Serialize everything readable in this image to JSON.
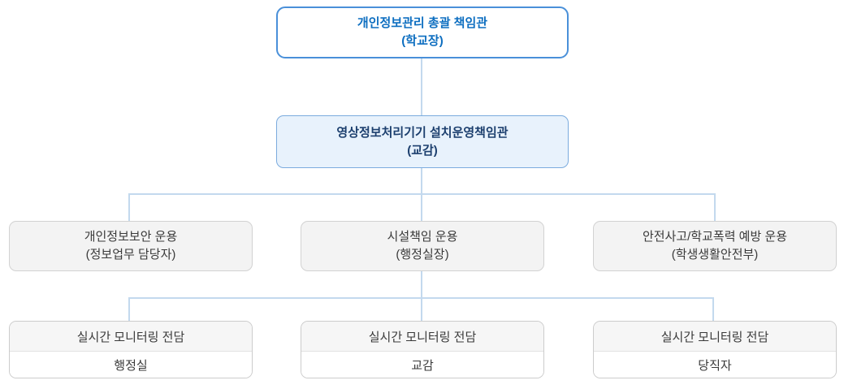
{
  "org_chart": {
    "title": "CCTV / personal information management organization chart",
    "root": {
      "title": "개인정보관리 총괄 책임관",
      "subtitle": "(학교장)"
    },
    "level2": {
      "title": "영상정보처리기기 설치운영책임관",
      "subtitle": "(교감)"
    },
    "level3": [
      {
        "title": "개인정보보안 운용",
        "subtitle": "(정보업무 담당자)"
      },
      {
        "title": "시설책임 운용",
        "subtitle": "(행정실장)"
      },
      {
        "title": "안전사고/학교폭력 예방 운용",
        "subtitle": "(학생생활안전부)"
      }
    ],
    "level4": [
      {
        "title": "실시간 모니터링 전담",
        "value": "행정실"
      },
      {
        "title": "실시간 모니터링 전담",
        "value": "교감"
      },
      {
        "title": "실시간 모니터링 전담",
        "value": "당직자"
      }
    ],
    "colors": {
      "root_border": "#4a90d9",
      "root_text": "#0d6ec0",
      "level2_bg": "#e8f2fc",
      "level2_border": "#7babde",
      "level2_text": "#1c3f6e",
      "level3_bg": "#f3f3f3",
      "level4_header_bg": "#f6f6f6",
      "connector": "#c3d9ee",
      "body_text": "#3a3a3a"
    }
  }
}
